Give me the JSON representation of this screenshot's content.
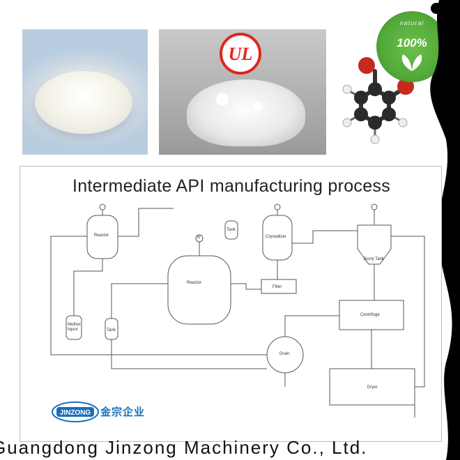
{
  "diagram": {
    "title": "Intermediate API manufacturing process",
    "labels": {
      "reactor_top": "Reactor",
      "reactor_center": "Reactor",
      "tank_small": "Tank",
      "crystallizer": "Crystallizer",
      "slurry_tank": "Slurry Tank",
      "filter": "Filter",
      "centrifuge": "Centrifuge",
      "mother_liquor": "Mother liquor",
      "tank_left": "Tank",
      "drain": "Drain",
      "dryer": "Dryer",
      "motor": "M"
    }
  },
  "badge": {
    "top_text": "natural",
    "percent": "100%"
  },
  "brand": {
    "logo_text": "JINZONG",
    "name_cn": "金宗企业"
  },
  "footer": {
    "text": "Guangdong Jinzong Machinery Co., Ltd."
  },
  "colors": {
    "badge_green": "#53a93a",
    "brand_blue": "#1b6fb8",
    "ul_red": "#e1261c"
  },
  "icons": [
    "ul-certification-icon",
    "molecule-icon",
    "leaf-icon"
  ]
}
